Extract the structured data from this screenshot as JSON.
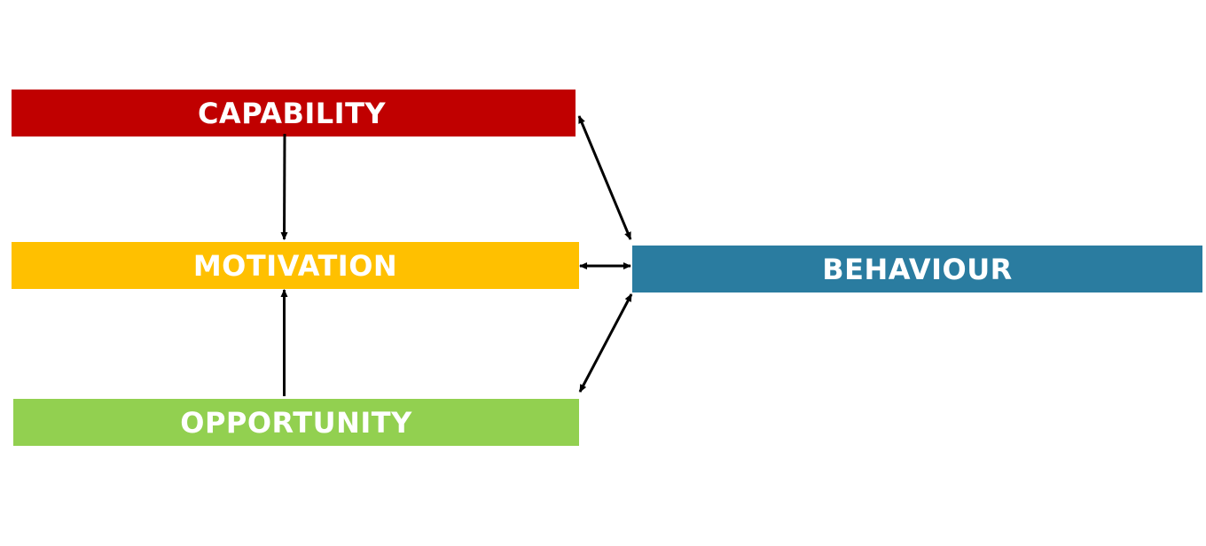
{
  "nodes": {
    "capability": {
      "label": "CAPABILITY",
      "color": "#c00000"
    },
    "motivation": {
      "label": "MOTIVATION",
      "color": "#ffc000"
    },
    "opportunity": {
      "label": "OPPORTUNITY",
      "color": "#92d050"
    },
    "behaviour": {
      "label": "BEHAVIOUR",
      "color": "#2a7ca0"
    }
  },
  "edges": [
    {
      "from": "capability",
      "to": "motivation",
      "direction": "forward"
    },
    {
      "from": "opportunity",
      "to": "motivation",
      "direction": "forward"
    },
    {
      "from": "capability",
      "to": "behaviour",
      "direction": "both"
    },
    {
      "from": "motivation",
      "to": "behaviour",
      "direction": "both"
    },
    {
      "from": "opportunity",
      "to": "behaviour",
      "direction": "both"
    }
  ],
  "arrow_color": "#000000"
}
